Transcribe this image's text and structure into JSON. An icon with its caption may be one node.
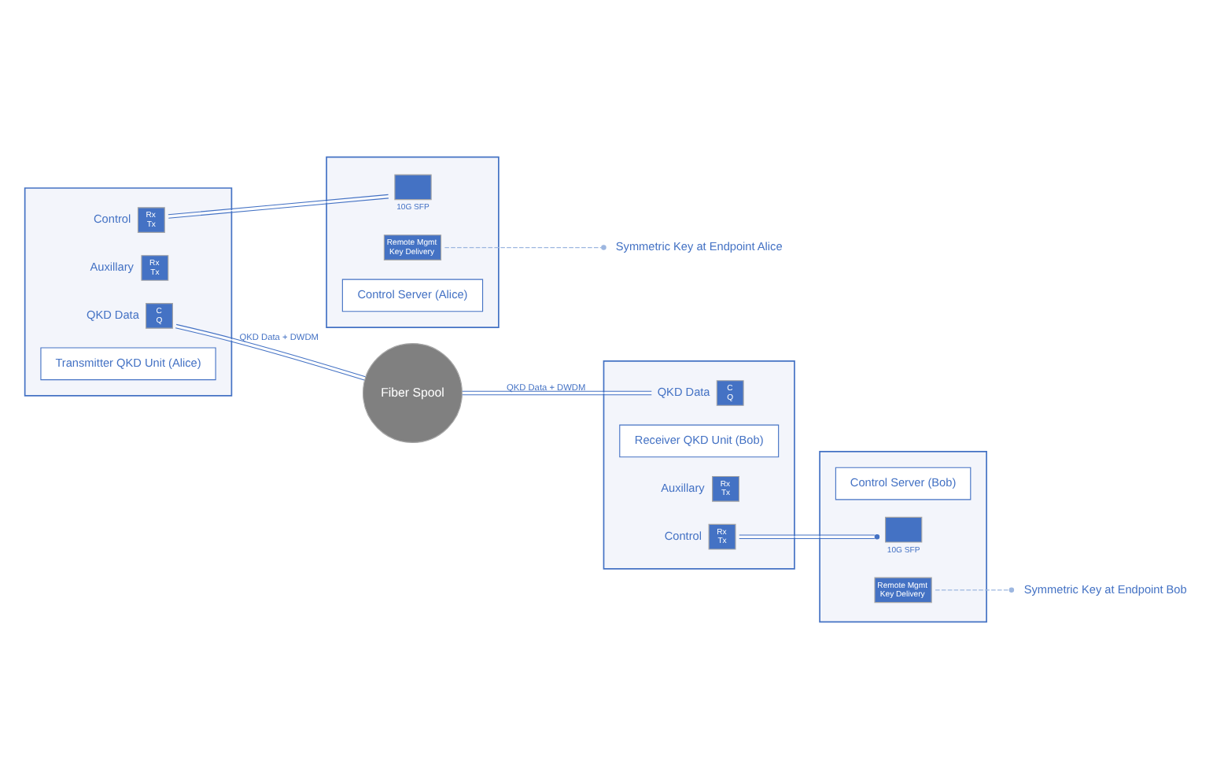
{
  "diagram": {
    "nodes": [
      {
        "text": [],
        "shape": "box"
      },
      {
        "text": [
          "Rx",
          "Tx"
        ],
        "beside": [
          "Control"
        ],
        "in": 0
      },
      {
        "text": [
          "Rx",
          "Tx"
        ],
        "beside": [
          "Auxillary"
        ],
        "in": 0
      },
      {
        "text": [
          "C",
          "Q"
        ],
        "beside": [
          "QKD Data"
        ],
        "in": 0
      },
      {
        "text": [
          "Transmitter QKD Unit (Alice)"
        ],
        "in": 0
      },
      {
        "text": [],
        "shape": "box"
      },
      {
        "text": [],
        "shape": "box",
        "beside": [
          "10G SFP"
        ],
        "in": 5
      },
      {
        "text": [
          "Remote Mgmt",
          "Key Delivery"
        ],
        "in": 5
      },
      {
        "text": [
          "Control Server (Alice)"
        ],
        "in": 5
      },
      {
        "text": [
          "Symmetric Key at Endpoint Alice"
        ]
      },
      {
        "text": [
          "Fiber Spool"
        ]
      },
      {
        "text": [],
        "shape": "box"
      },
      {
        "text": [
          "C",
          "Q"
        ],
        "beside": [
          "QKD Data"
        ],
        "in": 11
      },
      {
        "text": [
          "Receiver QKD Unit (Bob)"
        ],
        "in": 11
      },
      {
        "text": [
          "Rx",
          "Tx"
        ],
        "beside": [
          "Auxillary"
        ],
        "in": 11
      },
      {
        "text": [
          "Rx",
          "Tx"
        ],
        "beside": [
          "Control"
        ],
        "in": 11
      },
      {
        "text": [],
        "shape": "box"
      },
      {
        "text": [
          "Control Server (Bob)"
        ],
        "in": 16
      },
      {
        "text": [],
        "shape": "box",
        "beside": [
          "10G SFP"
        ],
        "in": 16
      },
      {
        "text": [
          "Remote Mgmt",
          "Key Delivery"
        ],
        "in": 16
      },
      {
        "text": [
          "Symmetric Key at Endpoint Bob"
        ]
      }
    ],
    "edges": [
      {
        "from": 1,
        "to": 6,
        "arrow": "none"
      },
      {
        "from": 7,
        "to": 9,
        "arrow": "other",
        "style": "dashed",
        "color": "#9db7e0"
      },
      {
        "from": 3,
        "to": 10,
        "arrow": "none",
        "label": "QKD Data + DWDM"
      },
      {
        "from": 10,
        "to": 12,
        "arrow": "none",
        "label": "QKD Data + DWDM"
      },
      {
        "from": 15,
        "to": 18,
        "arrow": "other"
      },
      {
        "from": 19,
        "to": 20,
        "arrow": "other",
        "style": "dashed",
        "color": "#9db7e0"
      }
    ]
  }
}
